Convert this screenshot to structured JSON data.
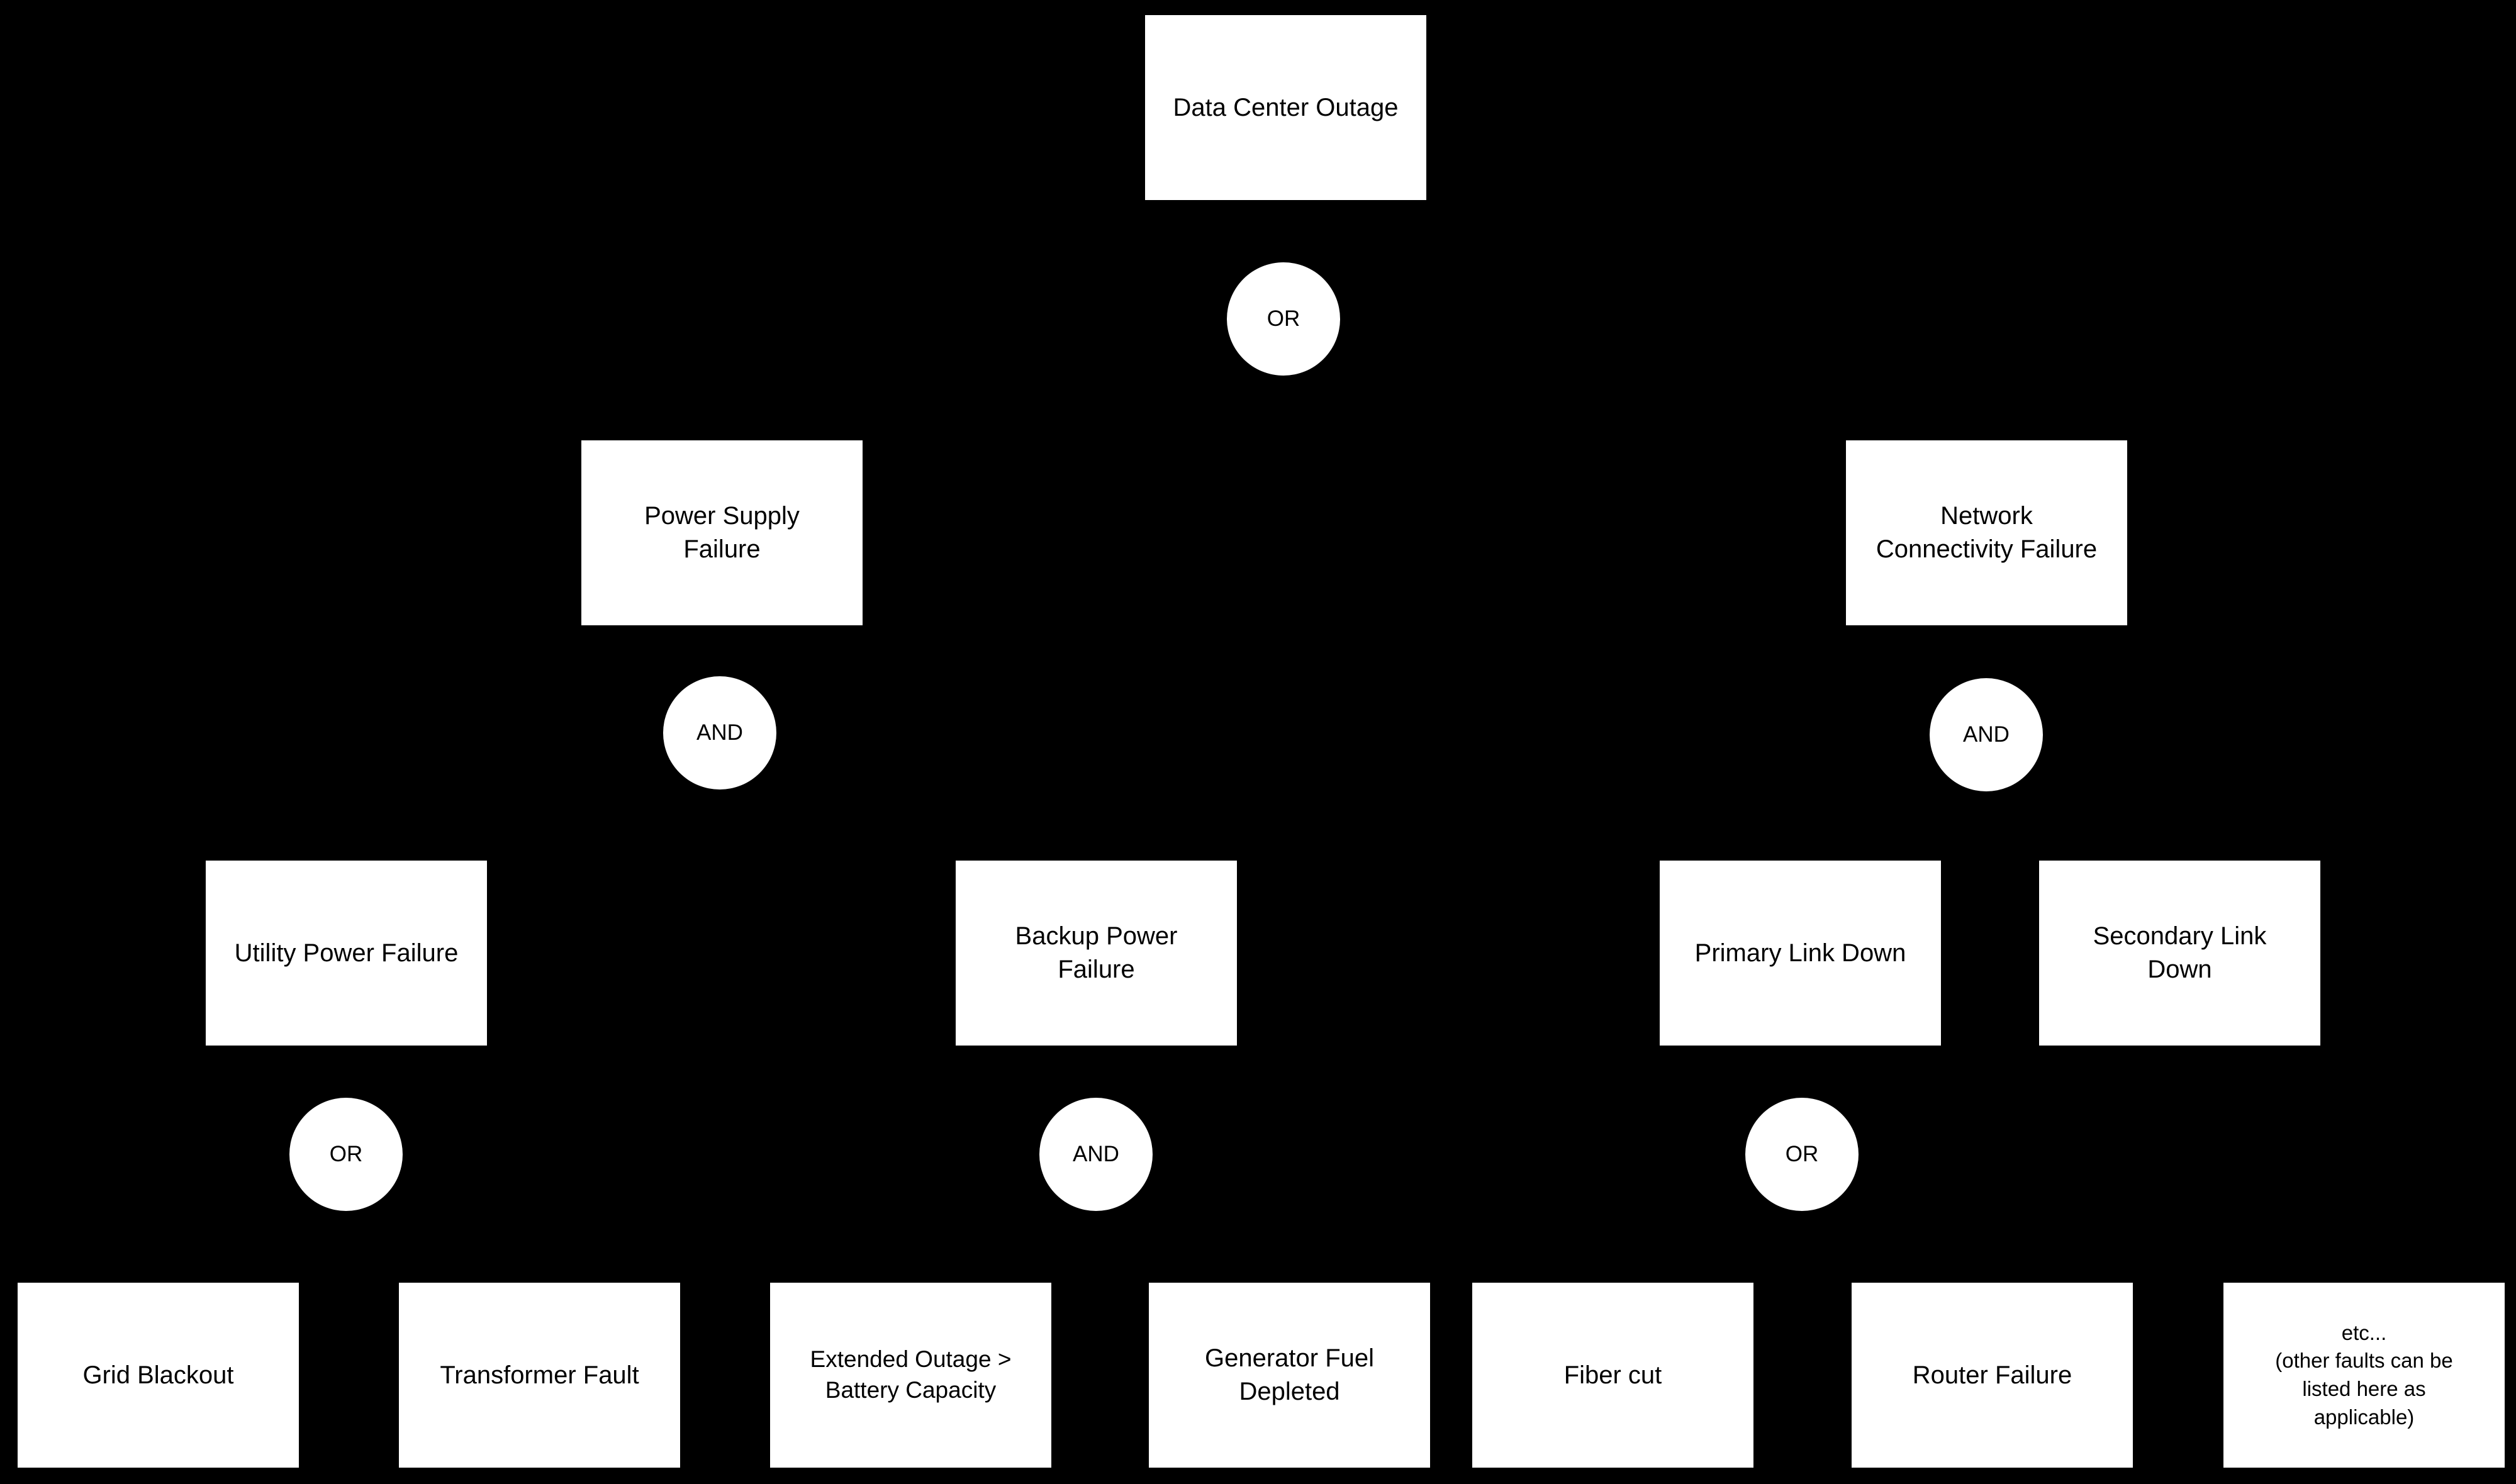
{
  "colors": {
    "background": "#000000",
    "shape_fill": "#ffffff",
    "shape_text": "#000000"
  },
  "nodes": {
    "root": {
      "label": "Data Center Outage"
    },
    "power_supply": {
      "label": "Power Supply\nFailure"
    },
    "network": {
      "label": "Network\nConnectivity Failure"
    },
    "utility": {
      "label": "Utility Power Failure"
    },
    "backup": {
      "label": "Backup Power\nFailure"
    },
    "primary": {
      "label": "Primary Link Down"
    },
    "secondary": {
      "label": "Secondary Link\nDown"
    },
    "grid": {
      "label": "Grid Blackout"
    },
    "transformer": {
      "label": "Transformer Fault"
    },
    "extended": {
      "label": "Extended Outage >\nBattery Capacity"
    },
    "generator": {
      "label": "Generator Fuel\nDepleted"
    },
    "fiber": {
      "label": "Fiber cut"
    },
    "router": {
      "label": "Router Failure"
    },
    "etc": {
      "label": "etc...\n(other faults can be\nlisted here as\napplicable)"
    }
  },
  "gates": {
    "root_or": {
      "label": "OR"
    },
    "power_supply_and": {
      "label": "AND"
    },
    "network_and": {
      "label": "AND"
    },
    "utility_or": {
      "label": "OR"
    },
    "backup_and": {
      "label": "AND"
    },
    "primary_or": {
      "label": "OR"
    }
  }
}
